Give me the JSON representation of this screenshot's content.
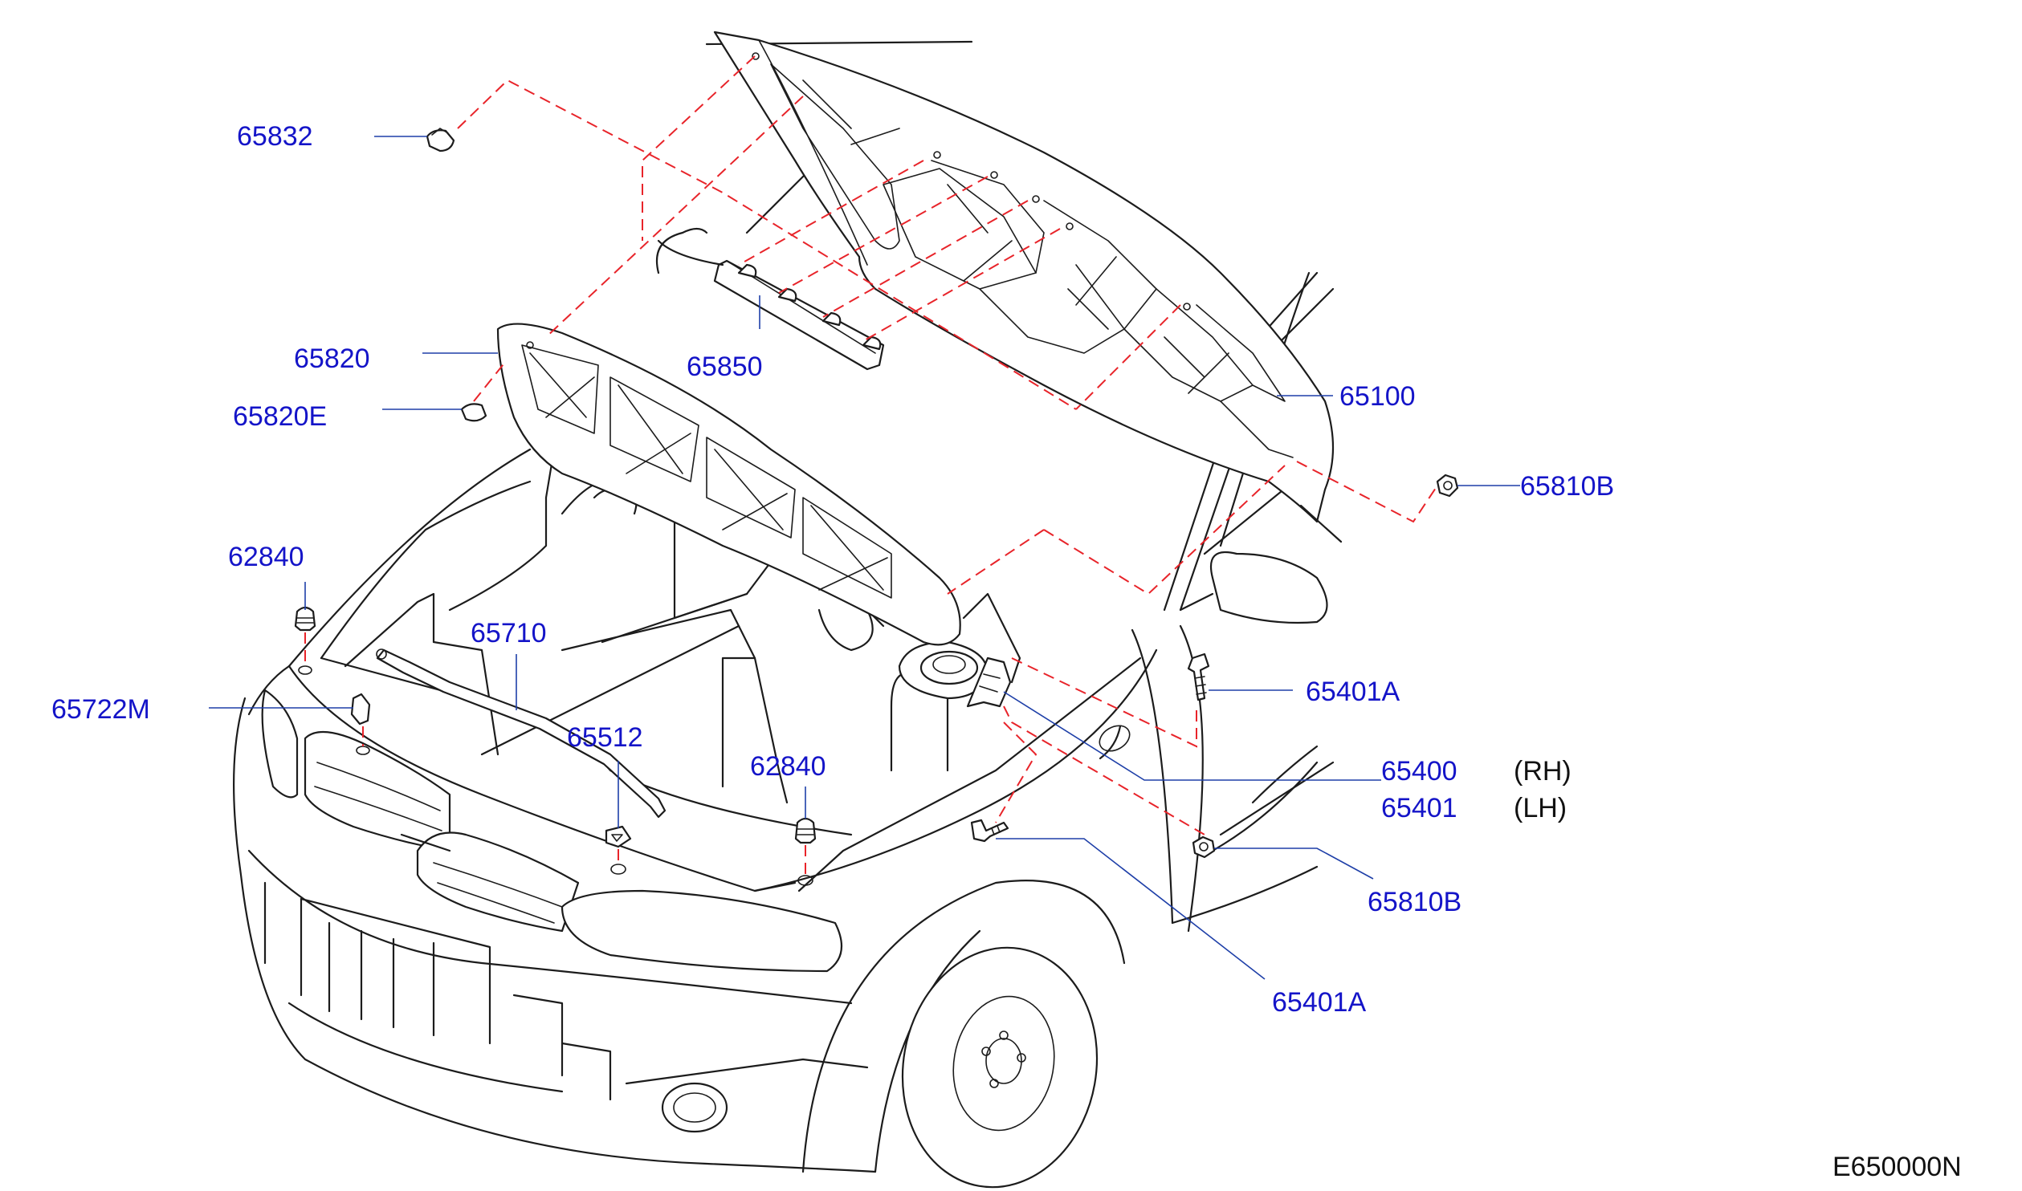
{
  "parts": [
    {
      "id": "p65832",
      "number": "65832"
    },
    {
      "id": "p65820",
      "number": "65820"
    },
    {
      "id": "p65820E",
      "number": "65820E"
    },
    {
      "id": "p65850",
      "number": "65850"
    },
    {
      "id": "p65100",
      "number": "65100"
    },
    {
      "id": "p65810B_upper",
      "number": "65810B"
    },
    {
      "id": "p62840_left",
      "number": "62840"
    },
    {
      "id": "p65710",
      "number": "65710"
    },
    {
      "id": "p65722M",
      "number": "65722M"
    },
    {
      "id": "p65512",
      "number": "65512"
    },
    {
      "id": "p62840_center",
      "number": "62840"
    },
    {
      "id": "p65401A_upper",
      "number": "65401A"
    },
    {
      "id": "p65400",
      "number": "65400",
      "side": "(RH)"
    },
    {
      "id": "p65401",
      "number": "65401",
      "side": "(LH)"
    },
    {
      "id": "p65810B_lower",
      "number": "65810B"
    },
    {
      "id": "p65401A_lower",
      "number": "65401A"
    }
  ],
  "diagram_code": "E650000N",
  "colors": {
    "part_label": "#1414c8",
    "dashed_leader": "#e8242a",
    "leader_line": "#1e3fa8",
    "linework": "#1c1c1c"
  }
}
